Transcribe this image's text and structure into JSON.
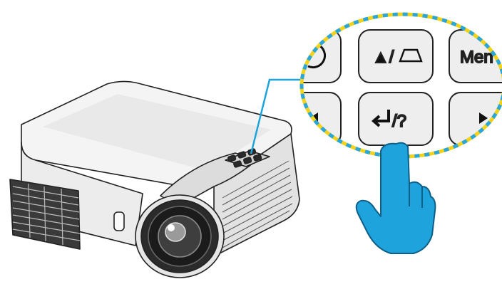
{
  "callout": {
    "keys": [
      {
        "id": "power-key",
        "label": "",
        "icon": "power-icon"
      },
      {
        "id": "up-keystone-key",
        "label": "▲/",
        "icon": "keystone-trapezoid-icon"
      },
      {
        "id": "menu-key",
        "label": "Men"
      },
      {
        "id": "left-key",
        "label": "",
        "icon": "left-arrow-icon"
      },
      {
        "id": "enter-help-key",
        "label": "/?",
        "icon": "enter-return-icon"
      },
      {
        "id": "right-key",
        "label": "",
        "icon": "right-arrow-icon"
      }
    ],
    "border_colors": [
      "#f5d21a",
      "#2aa6d9"
    ]
  },
  "colors": {
    "hand": "#1fa3dc",
    "leader_line": "#1fa3dc",
    "projector_outline": "#222222"
  },
  "icons": [
    "projector-illustration",
    "pointing-hand-icon"
  ]
}
